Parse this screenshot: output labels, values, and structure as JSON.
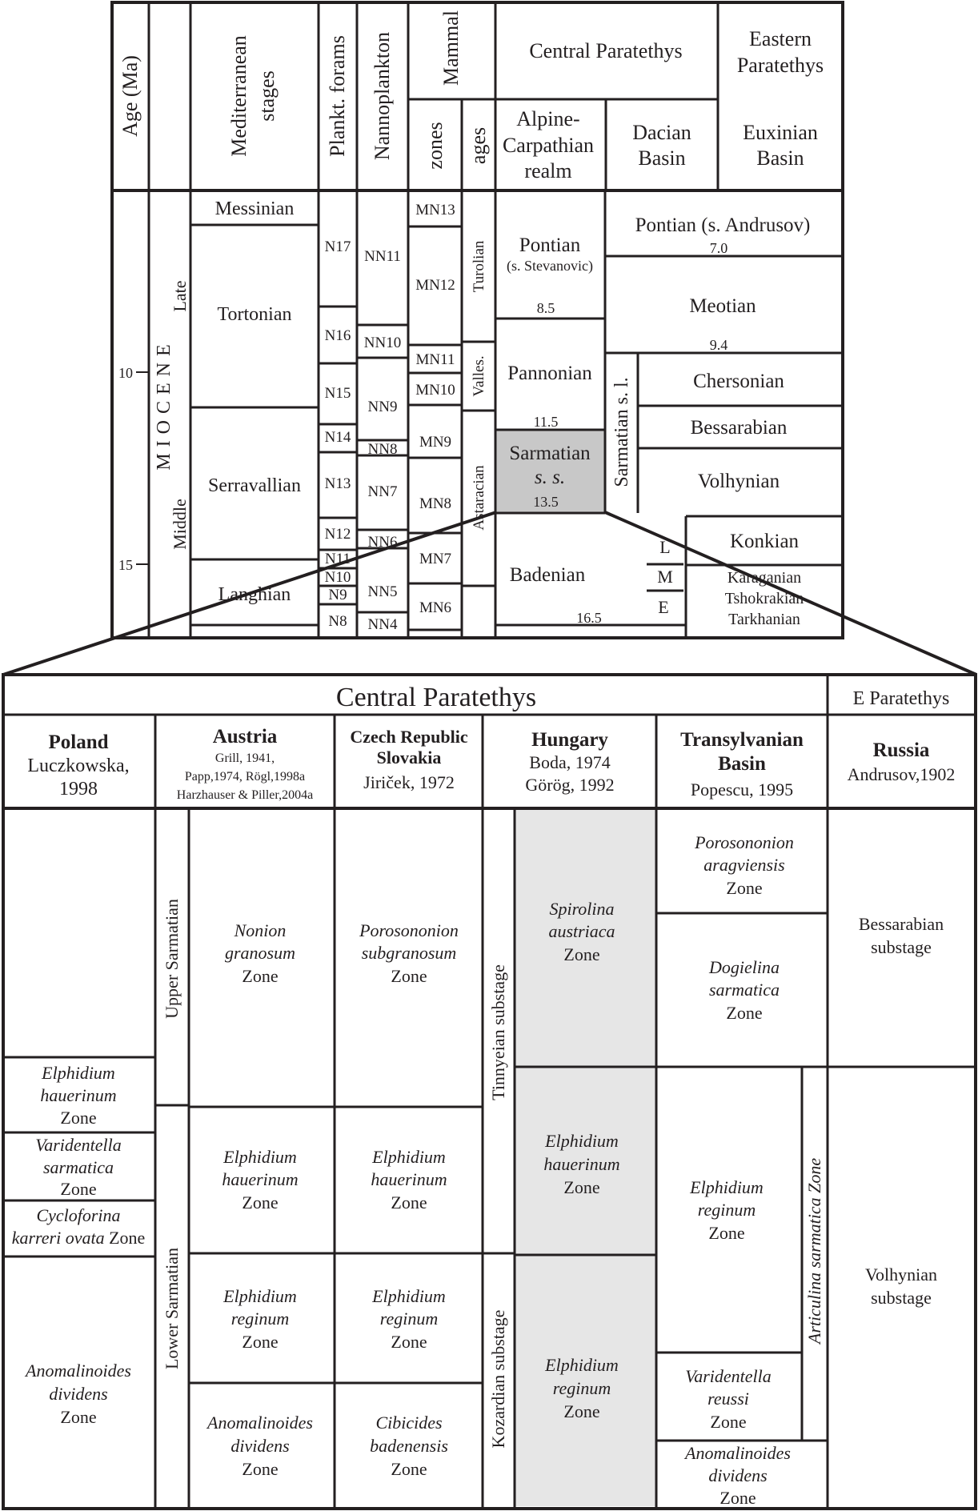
{
  "top_table": {
    "headers": {
      "age": "Age (Ma)",
      "med_1": "Mediterranean",
      "med_2": "stages",
      "forams": "Plankt. forams",
      "nanno": "Nannoplankton",
      "mammal": "Mammal",
      "zones": "zones",
      "ages": "ages",
      "central": "Central Paratethys",
      "eastern_1": "Eastern",
      "eastern_2": "Paratethys",
      "alpine_1": "Alpine-",
      "alpine_2": "Carpathian",
      "alpine_3": "realm",
      "dacian_1": "Dacian",
      "dacian_2": "Basin",
      "euxinian_1": "Euxinian",
      "euxinian_2": "Basin"
    },
    "age_ticks": [
      "10",
      "15"
    ],
    "epoch": "MIOCENE",
    "subepochs": {
      "late": "Late",
      "middle": "Middle"
    },
    "med_stages": {
      "messinian": "Messinian",
      "tortonian": "Tortonian",
      "serravallian": "Serravallian",
      "langhian": "Langhian"
    },
    "forams": [
      "N17",
      "N16",
      "N15",
      "N14",
      "N13",
      "N12",
      "N11",
      "N10",
      "N9",
      "N8"
    ],
    "nanno": [
      "NN11",
      "NN10",
      "NN9",
      "NN8",
      "NN7",
      "NN6",
      "NN5",
      "NN4"
    ],
    "mammal_zones": [
      "MN13",
      "MN12",
      "MN11",
      "MN10",
      "MN9",
      "MN8",
      "MN7",
      "MN6"
    ],
    "mammal_ages": {
      "turolian": "Turolian",
      "valles": "Valles.",
      "astaracian": "Astaracian"
    },
    "central": {
      "pontian": "Pontian",
      "pontian_sub": "(s. Stevanovic)",
      "age_85": "8.5",
      "pannonian": "Pannonian",
      "age_115": "11.5",
      "sarmatian_1": "Sarmatian",
      "sarmatian_2": "s. s.",
      "age_135": "13.5",
      "badenian": "Badenian",
      "age_165": "16.5",
      "bad_l": "L",
      "bad_m": "M",
      "bad_e": "E"
    },
    "eastern": {
      "pontian_andrusov": "Pontian (s. Andrusov)",
      "age_70": "7.0",
      "meotian": "Meotian",
      "age_94": "9.4",
      "sarmatian_sl": "Sarmatian s. l.",
      "chersonian": "Chersonian",
      "bessarabian": "Bessarabian",
      "volhynian": "Volhynian",
      "konkian": "Konkian",
      "karaganian": "Karaganian",
      "tshokrakian": "Tshokrakian",
      "tarkhanian": "Tarkhanian"
    }
  },
  "bottom_table": {
    "title": "Central Paratethys",
    "title_east": "E Paratethys",
    "columns": {
      "poland": {
        "name": "Poland",
        "ref_1": "Luczkowska,",
        "ref_2": "1998"
      },
      "austria": {
        "name": "Austria",
        "ref_1": "Grill, 1941,",
        "ref_2": "Papp,1974, Rögl,1998a",
        "ref_3": "Harzhauser & Piller,2004a"
      },
      "czech": {
        "name_1": "Czech Republic",
        "name_2": "Slovakia",
        "ref_1": "Jiriček, 1972"
      },
      "hungary": {
        "name": "Hungary",
        "ref_1": "Boda, 1974",
        "ref_2": "Görög, 1992"
      },
      "transylvania": {
        "name_1": "Transylvanian",
        "name_2": "Basin",
        "ref_1": "Popescu, 1995"
      },
      "russia": {
        "name": "Russia",
        "ref_1": "Andrusov,1902"
      }
    },
    "substages": {
      "upper": "Upper Sarmatian",
      "lower": "Lower Sarmatian",
      "tinnyeian": "Tinnyeian substage",
      "kozardian": "Kozardian substage",
      "articulina": "Articulina sarmatica Zone"
    },
    "poland_zones": {
      "z1_a": "Elphidium",
      "z1_b": "hauerinum",
      "z1_c": "Zone",
      "z2_a": "Varidentella",
      "z2_b": "sarmatica",
      "z2_c": "Zone",
      "z3_a": "Cycloforina",
      "z3_b": "karreri ovata",
      "z3_c": "Zone",
      "z4_a": "Anomalinoides",
      "z4_b": "dividens",
      "z4_c": "Zone"
    },
    "austria_zones": {
      "z1_a": "Nonion",
      "z1_b": "granosum",
      "z1_c": "Zone",
      "z2_a": "Elphidium",
      "z2_b": "hauerinum",
      "z2_c": "Zone",
      "z3_a": "Elphidium",
      "z3_b": "reginum",
      "z3_c": "Zone",
      "z4_a": "Anomalinoides",
      "z4_b": "dividens",
      "z4_c": "Zone"
    },
    "czech_zones": {
      "z1_a": "Porosononion",
      "z1_b": "subgranosum",
      "z1_c": "Zone",
      "z2_a": "Elphidium",
      "z2_b": "hauerinum",
      "z2_c": "Zone",
      "z3_a": "Elphidium",
      "z3_b": "reginum",
      "z3_c": "Zone",
      "z4_a": "Cibicides",
      "z4_b": "badenensis",
      "z4_c": "Zone"
    },
    "hungary_zones": {
      "z1_a": "Spirolina",
      "z1_b": "austriaca",
      "z1_c": "Zone",
      "z2_a": "Elphidium",
      "z2_b": "hauerinum",
      "z2_c": "Zone",
      "z3_a": "Elphidium",
      "z3_b": "reginum",
      "z3_c": "Zone"
    },
    "transylvania_zones": {
      "z1_a": "Porosononion",
      "z1_b": "aragviensis",
      "z1_c": "Zone",
      "z2_a": "Dogielina",
      "z2_b": "sarmatica",
      "z2_c": "Zone",
      "z3_a": "Elphidium",
      "z3_b": "reginum",
      "z3_c": "Zone",
      "z4_a": "Varidentella",
      "z4_b": "reussi",
      "z4_c": "Zone",
      "z5_a": "Anomalinoides",
      "z5_b": "dividens",
      "z5_c": "Zone"
    },
    "russia_zones": {
      "z1_a": "Bessarabian",
      "z1_b": "substage",
      "z2_a": "Volhynian",
      "z2_b": "substage"
    }
  },
  "colors": {
    "line": "#231f20",
    "shade": "#e6e6e6",
    "sarmatian_shade": "#c8c8c8"
  }
}
